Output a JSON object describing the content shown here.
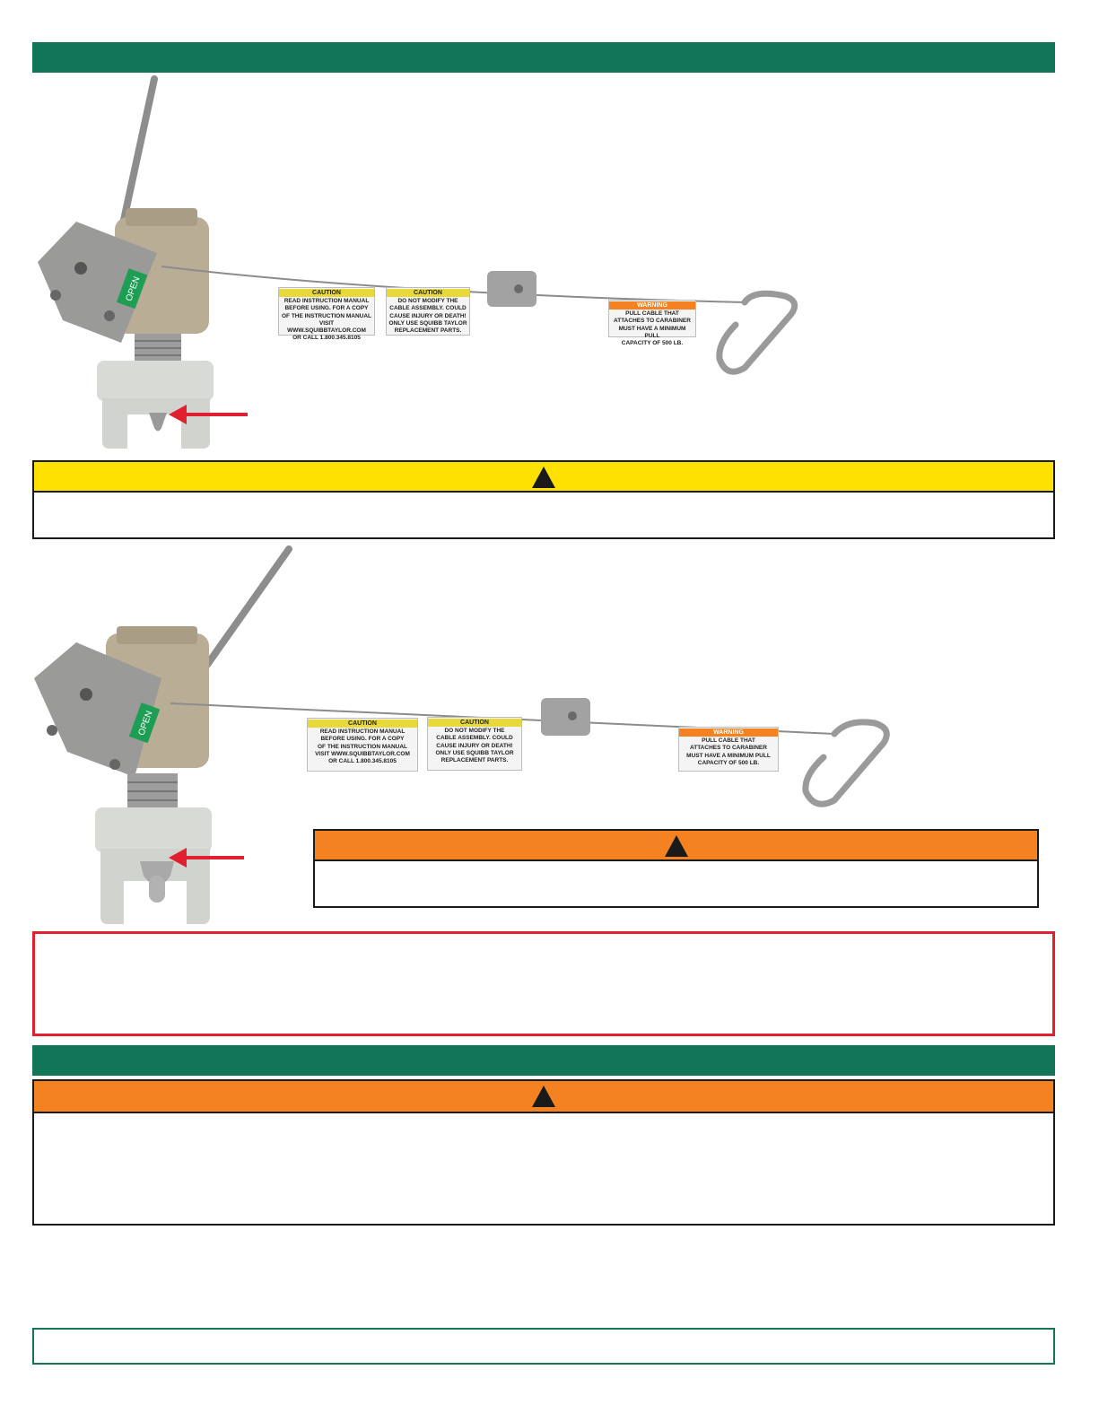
{
  "photos": {
    "photo1": {
      "caution_label": {
        "title": "CAUTION",
        "lines": [
          "READ INSTRUCTION MANUAL",
          "BEFORE USING. FOR A COPY",
          "OF THE INSTRUCTION MANUAL",
          "VISIT WWW.SQUIBBTAYLOR.COM",
          "OR CALL 1.800.345.8105"
        ]
      },
      "caution_label_2": {
        "title": "CAUTION",
        "lines": [
          "DO NOT MODIFY THE",
          "CABLE ASSEMBLY. COULD",
          "CAUSE INJURY OR DEATH!",
          "ONLY USE SQUIBB TAYLOR",
          "REPLACEMENT PARTS."
        ]
      },
      "warning_label": {
        "title": "WARNING",
        "lines": [
          "PULL CABLE THAT",
          "ATTACHES TO CARABINER",
          "MUST HAVE A MINIMUM PULL",
          "CAPACITY OF 500 LB."
        ]
      },
      "valve_tag": "OPEN"
    },
    "photo2": {
      "caution_label": {
        "title": "CAUTION",
        "lines": [
          "READ INSTRUCTION MANUAL",
          "BEFORE USING. FOR A COPY",
          "OF THE INSTRUCTION MANUAL",
          "VISIT WWW.SQUIBBTAYLOR.COM",
          "OR CALL 1.800.345.8105"
        ]
      },
      "caution_label_2": {
        "title": "CAUTION",
        "lines": [
          "DO NOT MODIFY THE",
          "CABLE ASSEMBLY. COULD",
          "CAUSE INJURY OR DEATH!",
          "ONLY USE SQUIBB TAYLOR",
          "REPLACEMENT PARTS."
        ]
      },
      "warning_label": {
        "title": "WARNING",
        "lines": [
          "PULL CABLE THAT",
          "ATTACHES TO CARABINER",
          "MUST HAVE A MINIMUM PULL",
          "CAPACITY OF 500 LB."
        ]
      },
      "valve_tag": "OPEN"
    }
  },
  "colors": {
    "section_green": "#107657",
    "caution_yellow": "#ffe100",
    "warning_orange": "#f58220",
    "notice_red": "#e0202e",
    "arrow_red": "#e0202e"
  },
  "icons": {
    "alert_triangle": "alert-triangle-icon",
    "pointer_arrow": "red-arrow-icon"
  }
}
